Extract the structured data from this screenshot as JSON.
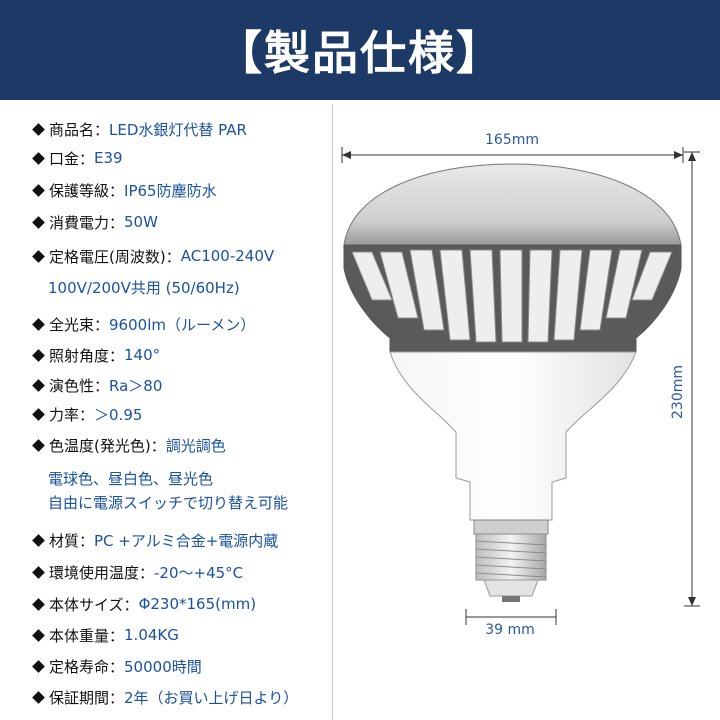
{
  "title": "【製品仕様】",
  "specs": [
    {
      "label": "商品名：",
      "value": "LED水銀灯代替 PAR"
    },
    {
      "label": "口金：",
      "value": "E39"
    },
    {
      "label": "保護等級：",
      "value": "IP65防塵防水"
    },
    {
      "label": "消費電力：",
      "value": "50W"
    },
    {
      "label": "定格電圧(周波数)：",
      "value": "AC100-240V",
      "extra": "100V/200V共用 (50/60Hz)"
    },
    {
      "label": "全光束：",
      "value": "9600lm（ルーメン）"
    },
    {
      "label": "照射角度：",
      "value": "140°"
    },
    {
      "label": "演色性：",
      "value": "Ra＞80"
    },
    {
      "label": "力率：",
      "value": "＞0.95"
    },
    {
      "label": "色温度(発光色)：",
      "value": "調光調色",
      "extra_lines": [
        "電球色、昼白色、昼光色",
        "自由に電源スイッチで切り替え可能"
      ]
    },
    {
      "label": "材質：",
      "value": "PC +アルミ合金+電源内蔵"
    },
    {
      "label": "環境使用温度：",
      "value": "-20～+45°C"
    },
    {
      "label": "本体サイズ：",
      "value": "Φ230*165(mm)"
    },
    {
      "label": "本体重量：",
      "value": "1.04KG"
    },
    {
      "label": "定格寿命：",
      "value": "50000時間"
    },
    {
      "label": "保証期間：",
      "value": "2年（お買い上げ日より）"
    }
  ],
  "dimensions": {
    "width": "165mm",
    "height": "230mm",
    "base": "39 mm"
  }
}
